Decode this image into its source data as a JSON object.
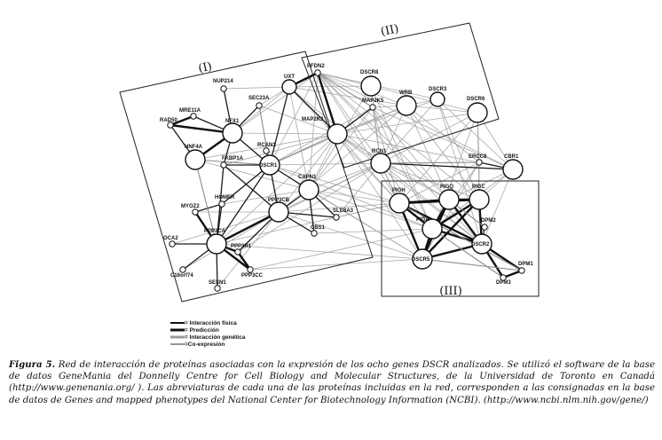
{
  "groups": [
    {
      "id": "g1",
      "label": "(I)"
    },
    {
      "id": "g2",
      "label": "(II)"
    },
    {
      "id": "g3",
      "label": "(III)"
    }
  ],
  "nodes": [
    {
      "id": "NUP214",
      "label": "NUP214",
      "size": "s"
    },
    {
      "id": "MRE11A",
      "label": "MRE11A",
      "size": "s"
    },
    {
      "id": "RAD50",
      "label": "RAD50",
      "size": "s"
    },
    {
      "id": "NFX1",
      "label": "NFX1",
      "size": "l"
    },
    {
      "id": "SEC23A",
      "label": "SEC23A",
      "size": "s"
    },
    {
      "id": "HNF4A",
      "label": "HNF4A",
      "size": "l"
    },
    {
      "id": "FKBP1A",
      "label": "FKBP1A",
      "size": "s"
    },
    {
      "id": "RCAN1",
      "label": "RCAN1",
      "size": "s"
    },
    {
      "id": "DSCR1",
      "label": "DSCR1",
      "size": "l"
    },
    {
      "id": "UXT",
      "label": "UXT",
      "size": "m"
    },
    {
      "id": "PFDN2",
      "label": "PFDN2",
      "size": "s"
    },
    {
      "id": "MAP2K3",
      "label": "MAP2K3",
      "size": "l"
    },
    {
      "id": "MAP2K5",
      "label": "MAP2K5",
      "size": "s"
    },
    {
      "id": "DSCR8",
      "label": "DSCR8",
      "size": "l"
    },
    {
      "id": "WRB",
      "label": "WRB",
      "size": "l"
    },
    {
      "id": "DSCR3",
      "label": "DSCR3",
      "size": "m"
    },
    {
      "id": "DSCR6",
      "label": "DSCR6",
      "size": "l"
    },
    {
      "id": "CAPN1",
      "label": "CAPN1",
      "size": "l"
    },
    {
      "id": "HOMER",
      "label": "HOMER",
      "size": "s"
    },
    {
      "id": "MYOZ2",
      "label": "MYOZ2",
      "size": "s"
    },
    {
      "id": "PPP3CB",
      "label": "PPP3CB",
      "size": "l"
    },
    {
      "id": "SLC8A3",
      "label": "SLC8A3",
      "size": "s"
    },
    {
      "id": "CBS1",
      "label": "CBS1",
      "size": "s"
    },
    {
      "id": "PPP3CA",
      "label": "PPP3CA",
      "size": "l"
    },
    {
      "id": "OCA2",
      "label": "OCA2",
      "size": "s"
    },
    {
      "id": "PPP3R1",
      "label": "PPP3R1",
      "size": "s"
    },
    {
      "id": "PPP3CC",
      "label": "PPP3CC",
      "size": "s"
    },
    {
      "id": "C16orf74",
      "label": "C16orf74",
      "size": "s"
    },
    {
      "id": "SESN1",
      "label": "SESN1",
      "size": "s"
    },
    {
      "id": "RCN1",
      "label": "RCN1",
      "size": "l"
    },
    {
      "id": "ERCC8",
      "label": "ERCC8",
      "size": "s"
    },
    {
      "id": "CBR1",
      "label": "CBR1",
      "size": "l"
    },
    {
      "id": "PIGH",
      "label": "PIGH",
      "size": "l"
    },
    {
      "id": "PIGQ",
      "label": "PIGQ",
      "size": "l"
    },
    {
      "id": "PIGC",
      "label": "PIGC",
      "size": "l"
    },
    {
      "id": "PIGA",
      "label": "PIGA",
      "size": "l"
    },
    {
      "id": "DPM2",
      "label": "DPM2",
      "size": "s"
    },
    {
      "id": "DSCR2",
      "label": "DSCR2",
      "size": "l"
    },
    {
      "id": "DSCR5",
      "label": "DSCR5",
      "size": "l"
    },
    {
      "id": "DPM1",
      "label": "DPM1",
      "size": "s"
    },
    {
      "id": "DPM3",
      "label": "DPM3",
      "size": "s"
    }
  ],
  "legend": [
    {
      "label": "= Interacción física",
      "color": "#111111",
      "width": 2
    },
    {
      "label": "= Predicción",
      "color": "#111111",
      "width": 3
    },
    {
      "label": "= Interacción genética",
      "color": "#9a9a9a",
      "width": 3
    },
    {
      "label": "=Co-expresión",
      "color": "#6a6a6a",
      "width": 1.4
    }
  ],
  "caption": {
    "title": "Figura 5.",
    "text": " Red de interacción de proteínas asociadas con la expresión de los ocho genes DSCR analizados. Se utilizó el software de la base de datos GeneMania del Donnelly Centre for Cell Biology and Molecular Structures, de la Universidad de Toronto en Canadá (http://www.genenania.org/ ). Las abreviaturas de cada una de las proteínas incluidas en la red, corresponden a las consignadas en la base de datos de Genes and mapped phenotypes del National Center for Biotechnology Information (NCBI). (http://www.ncbi.nlm.nih.gov/gene/)"
  }
}
